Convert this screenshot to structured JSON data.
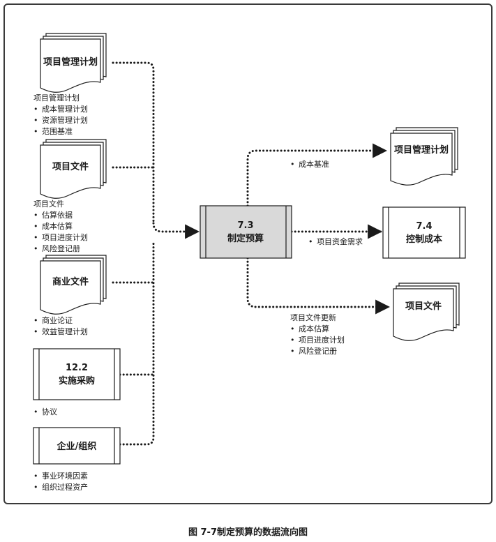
{
  "inputs": {
    "pm_plan": {
      "title": "项目管理计划",
      "note_head": "项目管理计划",
      "note_items": [
        "成本管理计划",
        "资源管理计划",
        "范围基准"
      ]
    },
    "project_docs": {
      "title": "项目文件",
      "note_head": "项目文件",
      "note_items": [
        "估算依据",
        "成本估算",
        "项目进度计划",
        "风险登记册"
      ]
    },
    "business_docs": {
      "title": "商业文件",
      "note_items": [
        "商业论证",
        "效益管理计划"
      ]
    },
    "procurement": {
      "number": "12.2",
      "title": "实施采购",
      "note_items": [
        "协议"
      ]
    },
    "enterprise": {
      "title": "企业/组织",
      "note_items": [
        "事业环境因素",
        "组织过程资产"
      ]
    }
  },
  "process": {
    "number": "7.3",
    "title": "制定预算"
  },
  "outputs": {
    "pm_plan": {
      "title": "项目管理计划",
      "note_items": [
        "成本基准"
      ]
    },
    "control_costs": {
      "number": "7.4",
      "title": "控制成本",
      "note_items": [
        "项目资金需求"
      ]
    },
    "project_docs": {
      "title": "项目文件",
      "note_head": "项目文件更新",
      "note_items": [
        "成本估算",
        "项目进度计划",
        "风险登记册"
      ]
    }
  },
  "caption": "图 7-7制定预算的数据流向图",
  "colors": {
    "process_fill": "#d9d9d9",
    "line": "#1a1a1a"
  }
}
